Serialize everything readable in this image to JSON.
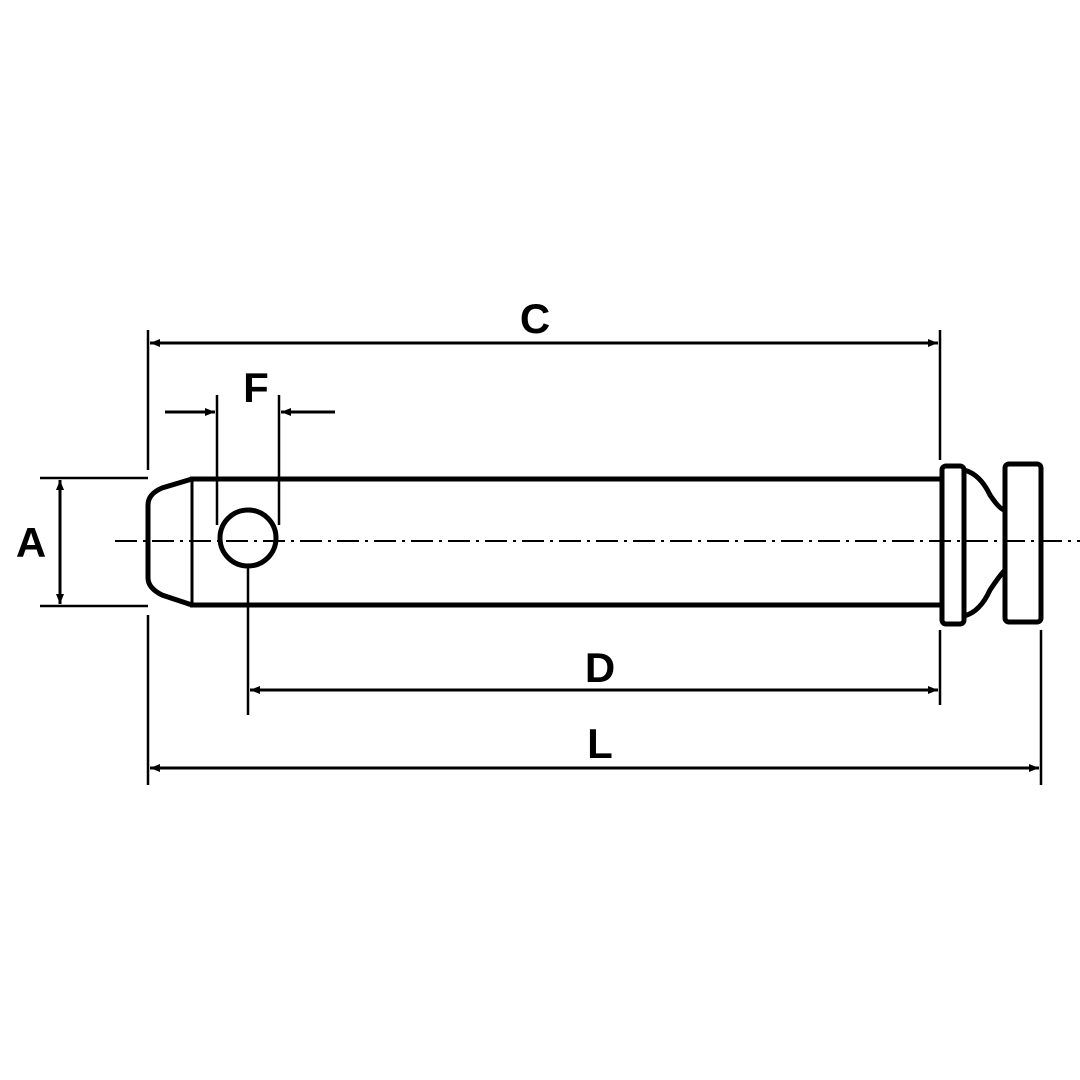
{
  "diagram": {
    "subject": "pin",
    "colors": {
      "line": "#000000",
      "background": "#ffffff"
    },
    "dimensions": {
      "A": "A",
      "C": "C",
      "D": "D",
      "F": "F",
      "L": "L"
    }
  }
}
